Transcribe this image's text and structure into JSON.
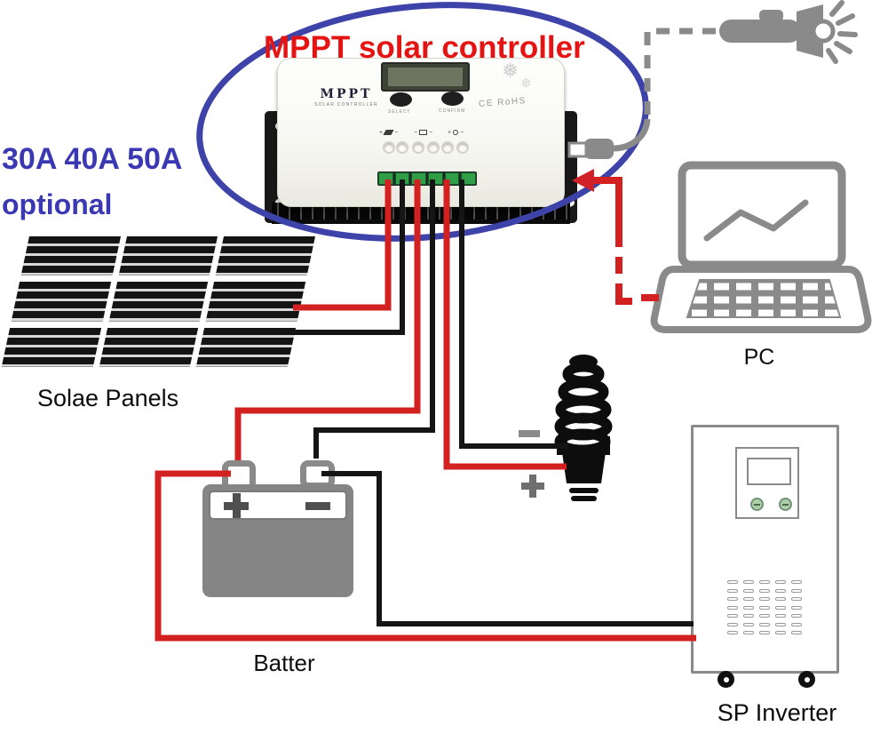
{
  "colors": {
    "title-red": "#e61313",
    "ink-blue": "#3a38b2",
    "ellipse-blue": "#3d43a8",
    "wire-red": "#d32020",
    "wire-black": "#151515",
    "device-gray": "#8a8a8a",
    "green": "#2f9e46"
  },
  "title": "MPPT solar controller",
  "rating": {
    "line1": "30A 40A 50A",
    "line2": "optional"
  },
  "labels": {
    "solar_panels": "Solae Panels",
    "pc": "PC",
    "battery": "Batter",
    "inverter": "SP Inverter"
  },
  "controller": {
    "brand": "MPPT",
    "brand_sub": "SOLAR CONTROLLER",
    "select_button": "SELECT",
    "confirm_button": "CONFIRM",
    "cert": "CE RoHS",
    "terminal_marks": {
      "pv_plus": "+",
      "pv_minus": "−",
      "bat_left": "−",
      "bat_right": "−",
      "load_plus": "+",
      "load_minus": "−"
    }
  },
  "decor": {
    "snowflake1": "❅",
    "snowflake2": "❆"
  }
}
